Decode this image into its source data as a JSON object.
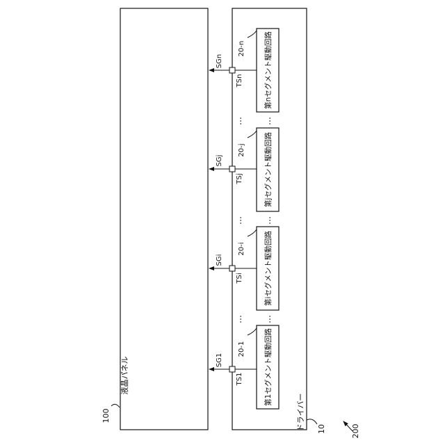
{
  "panel": {
    "number": "100",
    "label": "液晶パネル"
  },
  "driver": {
    "number": "10",
    "label": "ドライバー"
  },
  "system_number": "200",
  "ellipsis": "…",
  "circuits": [
    {
      "box_label": "第1セグメント駆動回路",
      "ref": "20-1",
      "terminal": "TS1",
      "signal": "SG1"
    },
    {
      "box_label": "第iセグメント駆動回路",
      "ref": "20-i",
      "terminal": "TSi",
      "signal": "SGi"
    },
    {
      "box_label": "第jセグメント駆動回路",
      "ref": "20-j",
      "terminal": "TSj",
      "signal": "SGj"
    },
    {
      "box_label": "第nセグメント駆動回路",
      "ref": "20-n",
      "terminal": "TSn",
      "signal": "SGn"
    }
  ]
}
